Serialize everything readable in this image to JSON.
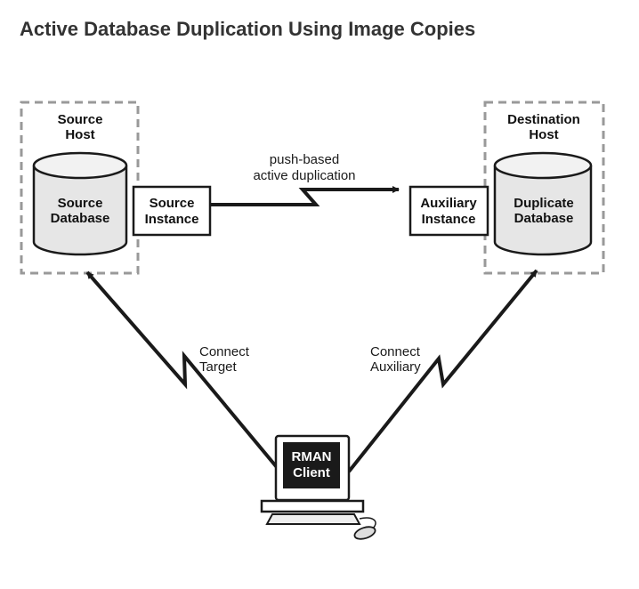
{
  "title": "Active Database Duplication Using Image Copies",
  "source_host": {
    "line1": "Source",
    "line2": "Host"
  },
  "source_database": {
    "line1": "Source",
    "line2": "Database"
  },
  "source_instance": {
    "line1": "Source",
    "line2": "Instance"
  },
  "destination_host": {
    "line1": "Destination",
    "line2": "Host"
  },
  "duplicate_database": {
    "line1": "Duplicate",
    "line2": "Database"
  },
  "auxiliary_instance": {
    "line1": "Auxiliary",
    "line2": "Instance"
  },
  "push_label": {
    "line1": "push-based",
    "line2": "active duplication"
  },
  "connect_target": {
    "line1": "Connect",
    "line2": "Target"
  },
  "connect_auxiliary": {
    "line1": "Connect",
    "line2": "Auxiliary"
  },
  "rman_client": {
    "line1": "RMAN",
    "line2": "Client"
  },
  "colors": {
    "stroke": "#1a1a1a",
    "host_border": "#999999",
    "cylinder_fill": "#e6e6e6",
    "screen_fill": "#1a1a1a"
  }
}
